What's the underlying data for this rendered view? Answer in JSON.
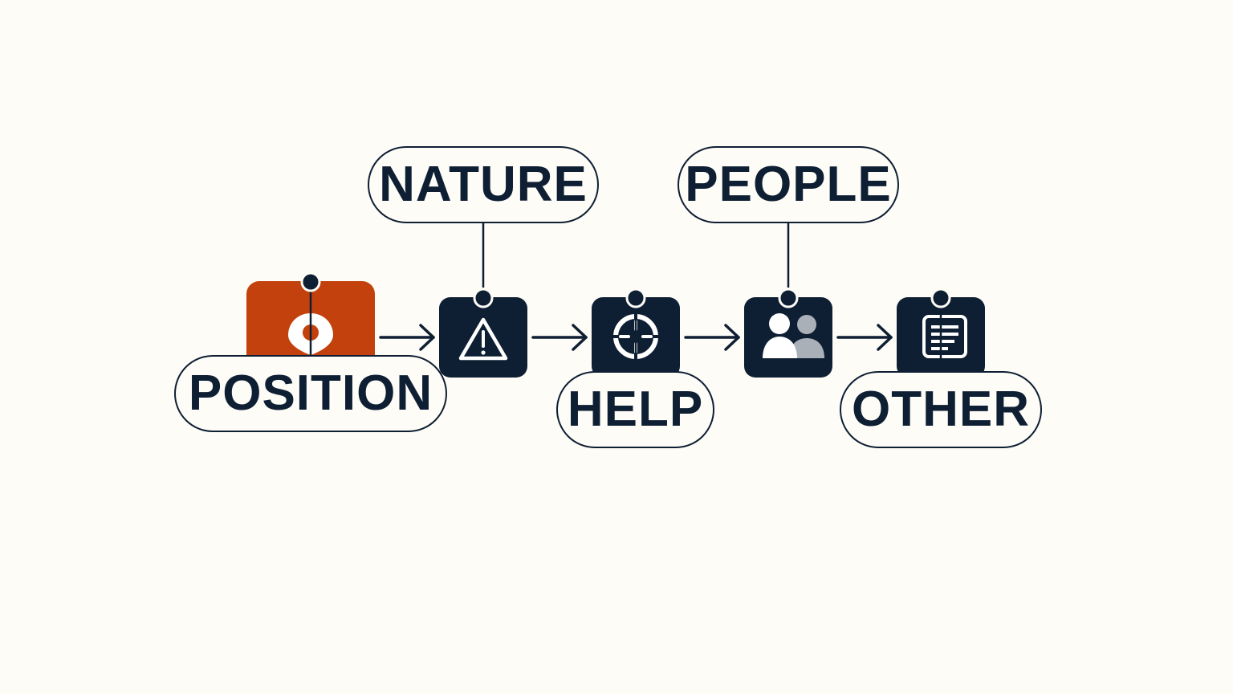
{
  "colors": {
    "background": "#fdfcf7",
    "navy": "#0f1f33",
    "accent": "#c2410c",
    "muted_person": "#aab0b8"
  },
  "steps": [
    {
      "label": "POSITION",
      "icon": "location-pin-icon",
      "active": true
    },
    {
      "label": "NATURE",
      "icon": "warning-triangle-icon",
      "active": false
    },
    {
      "label": "HELP",
      "icon": "crosshair-target-icon",
      "active": false
    },
    {
      "label": "PEOPLE",
      "icon": "people-group-icon",
      "active": false
    },
    {
      "label": "OTHER",
      "icon": "clipboard-notes-icon",
      "active": false
    }
  ]
}
